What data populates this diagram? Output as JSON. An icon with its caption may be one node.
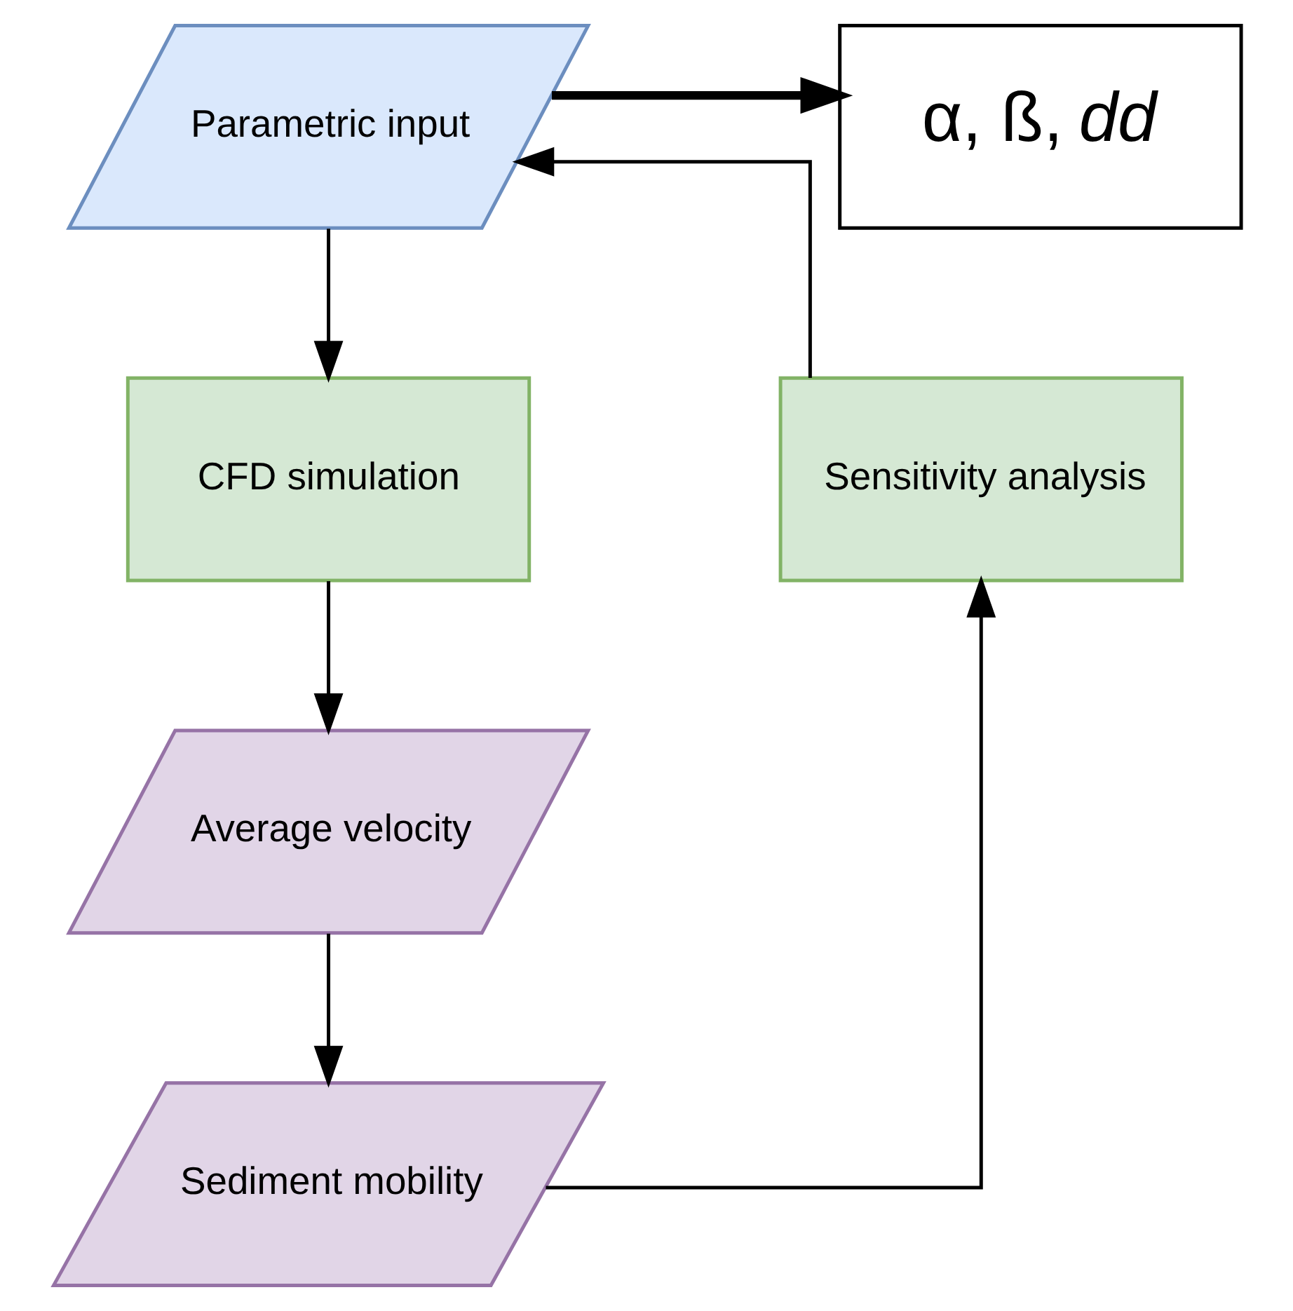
{
  "diagram": {
    "nodes": [
      {
        "text": [
          "Parametric input"
        ]
      },
      {
        "text": [
          "α, ß, *dd*"
        ]
      },
      {
        "text": [
          "CFD simulation"
        ]
      },
      {
        "text": [
          "Average velocity"
        ]
      },
      {
        "text": [
          "Sediment mobility"
        ]
      },
      {
        "text": [
          "Sensitivity analysis"
        ]
      }
    ],
    "edges": [
      {
        "from": 0,
        "to": 1,
        "arrow": "to",
        "style": "thick"
      },
      {
        "from": 0,
        "to": 2,
        "arrow": "to"
      },
      {
        "from": 2,
        "to": 3,
        "arrow": "to"
      },
      {
        "from": 3,
        "to": 4,
        "arrow": "to"
      },
      {
        "from": 4,
        "to": 5,
        "arrow": "to"
      },
      {
        "from": 5,
        "to": 0,
        "arrow": "to"
      }
    ]
  }
}
